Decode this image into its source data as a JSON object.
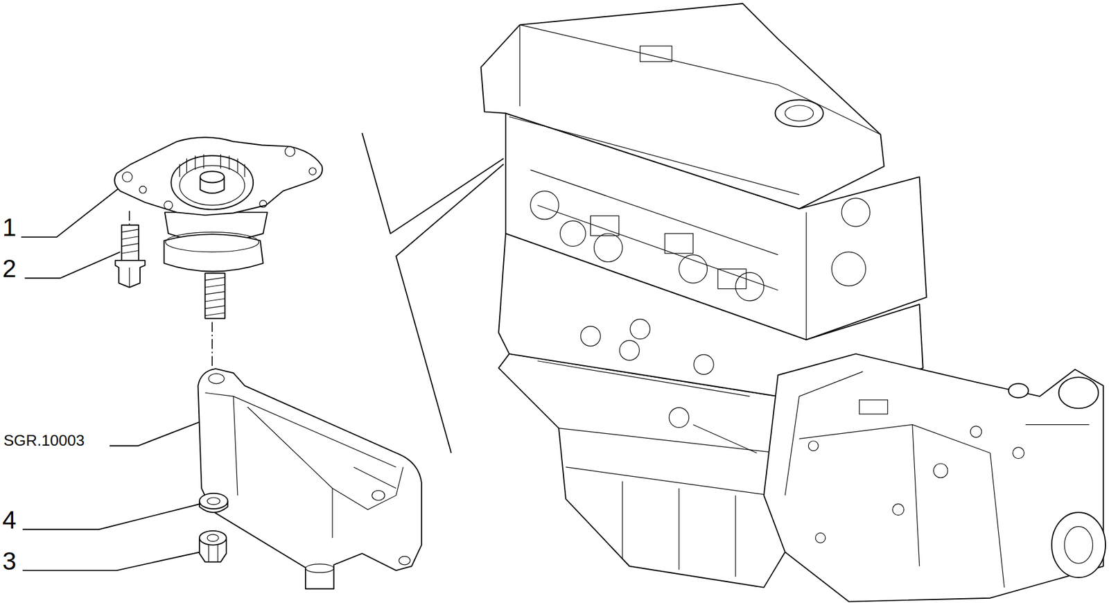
{
  "diagram": {
    "labels": [
      "1",
      "2",
      "SGR.10003",
      "4",
      "3"
    ]
  }
}
